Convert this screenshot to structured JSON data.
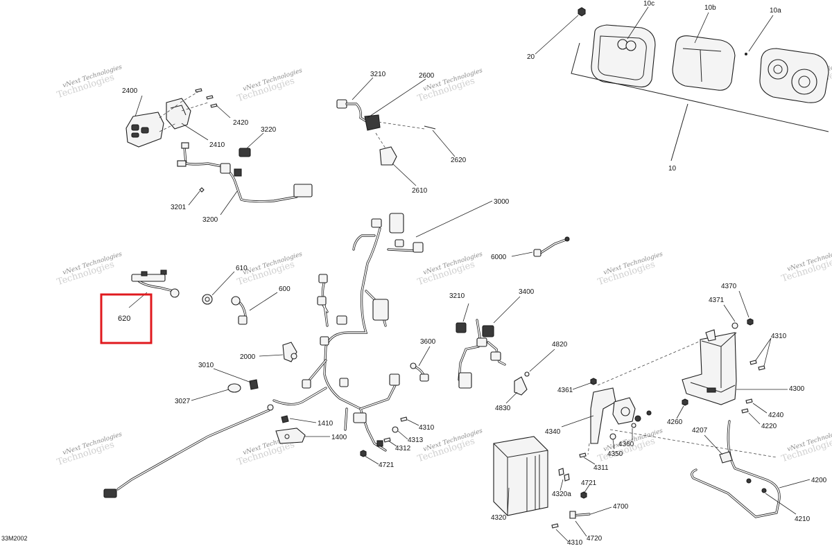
{
  "diagram": {
    "code": "33M2002",
    "highlight_label": "620",
    "watermark_line1": "vNext Technologies",
    "watermark_line2": "Technologies",
    "labels": {
      "l10c": "10c",
      "l10b": "10b",
      "l10a": "10a",
      "l20": "20",
      "l10": "10",
      "l2400": "2400",
      "l2420": "2420",
      "l2410": "2410",
      "l3210a": "3210",
      "l2600": "2600",
      "l3220": "3220",
      "l2620": "2620",
      "l2610": "2610",
      "l3201": "3201",
      "l3200": "3200",
      "l3000": "3000",
      "l6000": "6000",
      "l610": "610",
      "l600": "600",
      "l3210b": "3210",
      "l3400": "3400",
      "l4370": "4370",
      "l4371": "4371",
      "l4310a": "4310",
      "l2000": "2000",
      "l3600": "3600",
      "l4820": "4820",
      "l3010": "3010",
      "l3027": "3027",
      "l4830": "4830",
      "l4361": "4361",
      "l4300": "4300",
      "l4240": "4240",
      "l4260": "4260",
      "l4220": "4220",
      "l1410": "1410",
      "l4310b": "4310",
      "l4340": "4340",
      "l4313": "4313",
      "l4360": "4360",
      "l1400": "1400",
      "l4312": "4312",
      "l4207": "4207",
      "l4350": "4350",
      "l4721a": "4721",
      "l4311": "4311",
      "l4200": "4200",
      "l4721b": "4721",
      "l4320a": "4320a",
      "l4700": "4700",
      "l4210": "4210",
      "l4320": "4320",
      "l4720": "4720",
      "l4310c": "4310"
    }
  }
}
